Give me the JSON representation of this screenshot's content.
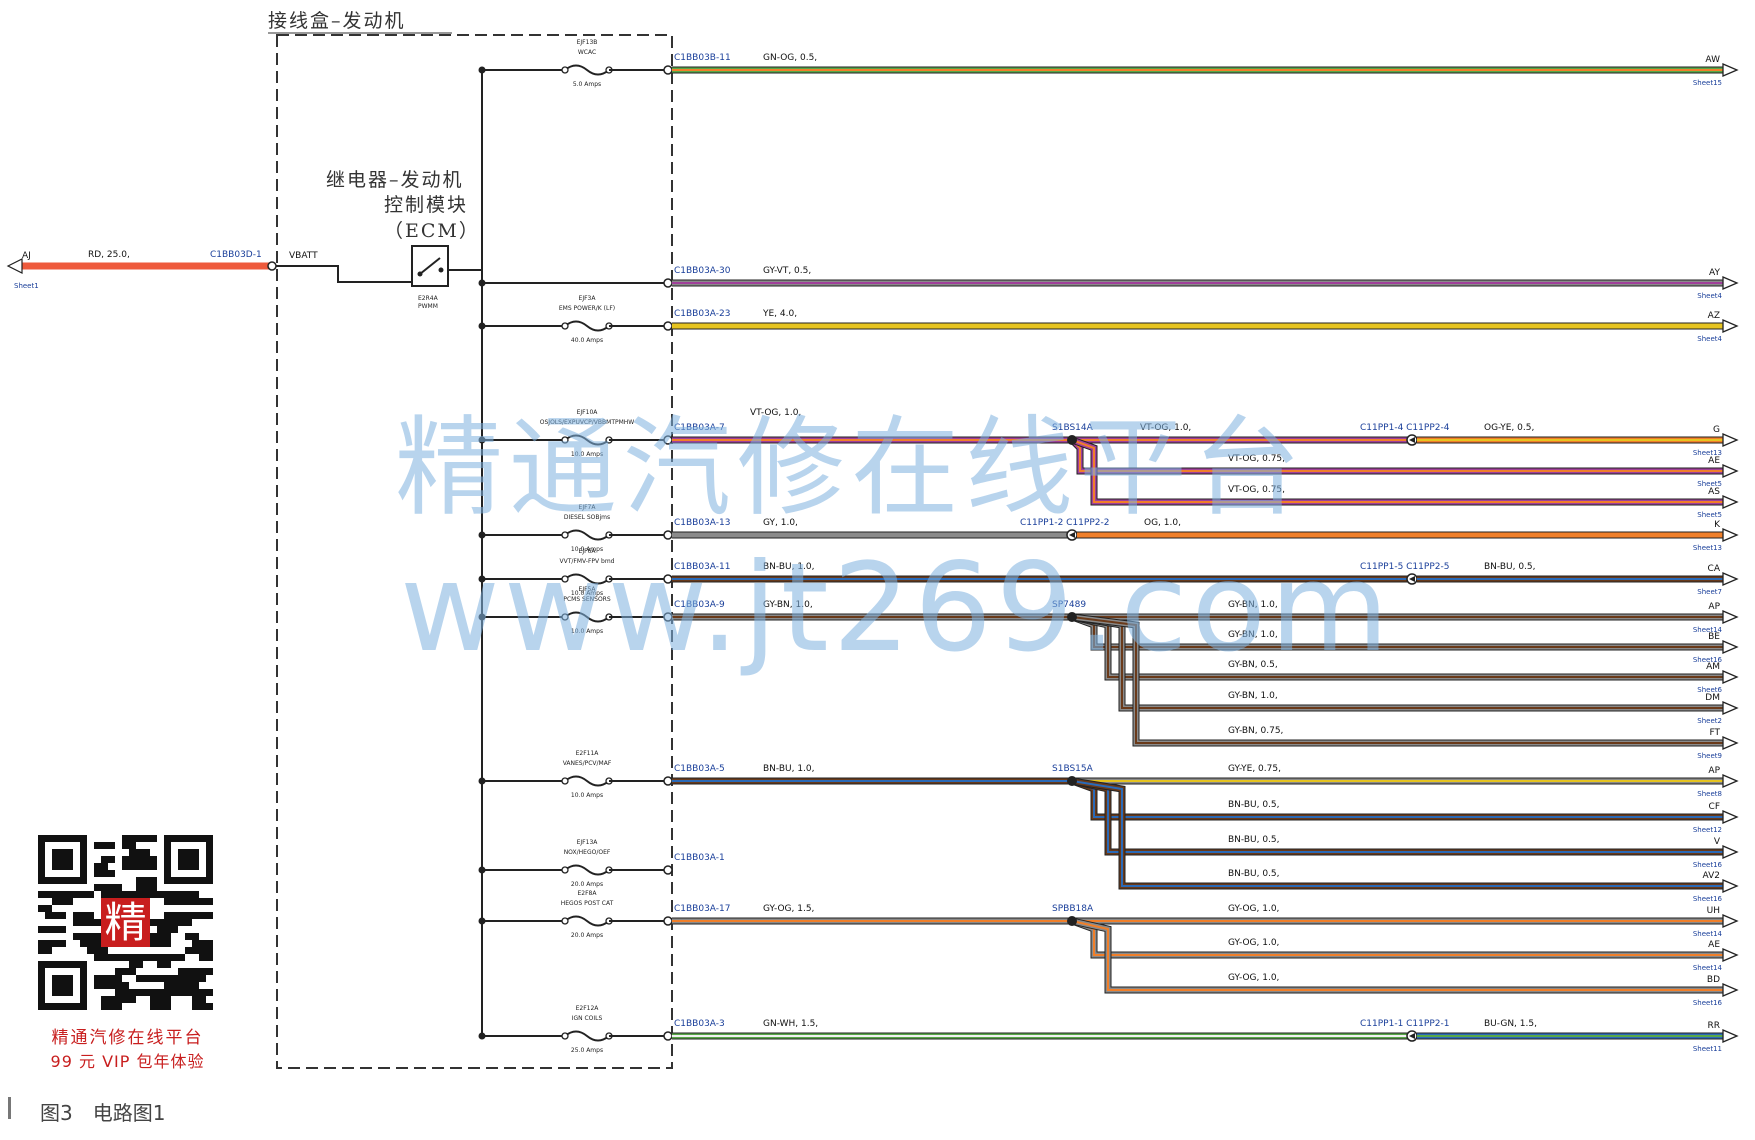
{
  "junction_box_title": "接线盒–发动机",
  "relay_title": [
    "继电器–发动机",
    "控制模块",
    "（ECM）"
  ],
  "relay_code": [
    "E2R4A",
    "PWMM"
  ],
  "vbatt_label": "VBATT",
  "feed": {
    "code": "AJ",
    "sheet": "Sheet1",
    "wire": "RD, 25.0,",
    "connector": "C1BB03D-1"
  },
  "wires": [
    {
      "fuse": [
        "EJF13B",
        "WCAC"
      ],
      "amps": "5.0 Amps",
      "connector": "C1BB03B-11",
      "wire": "GN-OG, 0.5,",
      "code": "AW",
      "sheet": "Sheet15"
    },
    {
      "connector": "C1BB03A-30",
      "wire": "GY-VT, 0.5,",
      "code": "AY",
      "sheet": "Sheet4"
    },
    {
      "fuse": [
        "EJF3A",
        "EMS POWER/K (LF)"
      ],
      "amps": "40.0 Amps",
      "connector": "C1BB03A-23",
      "wire": "YE, 4.0,",
      "code": "AZ",
      "sheet": "Sheet4"
    },
    {
      "fuse": [
        "EJF10A",
        "OSJOLS/EXPUVCP/VBBMTPMHW"
      ],
      "amps": "10.0 Amps",
      "connector": "C1BB03A-7",
      "wire": "VT-OG, 1.0,",
      "splice": "S1BS14A",
      "splice_wire": "VT-OG, 1.0,",
      "inline": "C11PP1-4 C11PP2-4",
      "inline_wire": "OG-YE, 0.5,",
      "code": "G",
      "sheet": "Sheet13",
      "branches": [
        {
          "wire": "VT-OG, 0.75,",
          "code": "AE",
          "sheet": "Sheet5"
        },
        {
          "wire": "VT-OG, 0.75,",
          "code": "AS",
          "sheet": "Sheet5"
        }
      ]
    },
    {
      "fuse": [
        "EJF7A",
        "DIESEL SOBjms"
      ],
      "amps": "10.0 Amps",
      "connector": "C1BB03A-13",
      "wire": "GY, 1.0,",
      "inline": "C11PP1-2 C11PP2-2",
      "inline_wire": "OG, 1.0,",
      "code": "K",
      "sheet": "Sheet13"
    },
    {
      "fuse": [
        "EJF6A",
        "VVT/FMV-FPV bmd"
      ],
      "amps": "10.0 Amps",
      "connector": "C1BB03A-11",
      "wire": "BN-BU, 1.0,",
      "inline": "C11PP1-5 C11PP2-5",
      "inline_wire": "BN-BU, 0.5,",
      "code": "CA",
      "sheet": "Sheet7"
    },
    {
      "fuse": [
        "EJF5A",
        "PCMS SENSORS"
      ],
      "amps": "10.0 Amps",
      "connector": "C1BB03A-9",
      "wire": "GY-BN, 1.0,",
      "splice": "SP7489",
      "branches": [
        {
          "wire": "GY-BN, 1.0,",
          "code": "AP",
          "sheet": "Sheet14"
        },
        {
          "wire": "GY-BN, 1.0,",
          "code": "BE",
          "sheet": "Sheet16"
        },
        {
          "wire": "GY-BN, 0.5,",
          "code": "AM",
          "sheet": "Sheet6"
        },
        {
          "wire": "GY-BN, 1.0,",
          "code": "DM",
          "sheet": "Sheet2"
        },
        {
          "wire": "GY-BN, 0.75,",
          "code": "FT",
          "sheet": "Sheet9"
        }
      ]
    },
    {
      "fuse": [
        "E2F11A",
        "VANES/PCV/MAF"
      ],
      "amps": "10.0 Amps",
      "connector": "C1BB03A-5",
      "wire": "BN-BU, 1.0,",
      "splice": "S1BS15A",
      "branches": [
        {
          "wire": "GY-YE, 0.75,",
          "code": "AP",
          "sheet": "Sheet8"
        },
        {
          "wire": "BN-BU, 0.5,",
          "code": "CF",
          "sheet": "Sheet12"
        },
        {
          "wire": "BN-BU, 0.5,",
          "code": "V",
          "sheet": "Sheet16"
        },
        {
          "wire": "BN-BU, 0.5,",
          "code": "AV2",
          "sheet": "Sheet16"
        }
      ]
    },
    {
      "fuse": [
        "EJF13A",
        "NOX/HEGO/OEF"
      ],
      "amps": "20.0 Amps",
      "connector": "C1BB03A-1"
    },
    {
      "fuse": [
        "E2F8A",
        "HEGOS POST CAT"
      ],
      "amps": "20.0 Amps",
      "connector": "C1BB03A-17",
      "wire": "GY-OG, 1.5,",
      "splice": "SPBB18A",
      "branches": [
        {
          "wire": "GY-OG, 1.0,",
          "code": "UH",
          "sheet": "Sheet14"
        },
        {
          "wire": "GY-OG, 1.0,",
          "code": "AE",
          "sheet": "Sheet14"
        },
        {
          "wire": "GY-OG, 1.0,",
          "code": "BD",
          "sheet": "Sheet16"
        }
      ]
    },
    {
      "fuse": [
        "E2F12A",
        "IGN COILS"
      ],
      "amps": "25.0 Amps",
      "connector": "C1BB03A-3",
      "wire": "GN-WH, 1.5,",
      "inline": "C11PP1-1 C11PP2-1",
      "inline_wire": "BU-GN, 1.5,",
      "code": "RR",
      "sheet": "Sheet11"
    }
  ],
  "watermark": {
    "line1": "精通汽修在线平台",
    "line2": "www.jt269.com"
  },
  "qr_center": "精",
  "promo": {
    "line1": "精通汽修在线平台",
    "line2": "99 元 VIP 包年体验"
  },
  "caption": "图3　电路图1",
  "colors": {
    "RD": "#ee5a3c",
    "YE": "#e6c420",
    "GN": "#58a848",
    "GY": "#8a8a8a",
    "VT": "#a0409a",
    "OG": "#f07f2a",
    "BN": "#6a3a1a",
    "BU": "#2a6ab8",
    "WH": "#f2f2f2",
    "BK": "#222222"
  }
}
